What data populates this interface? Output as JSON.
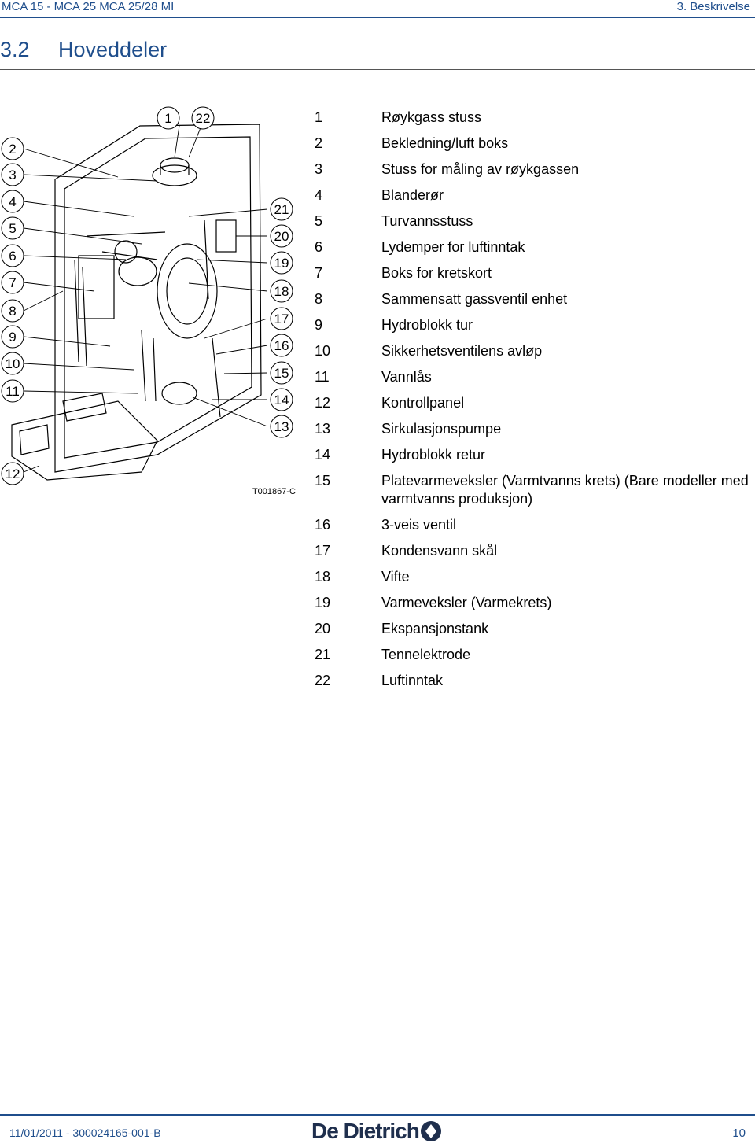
{
  "header": {
    "left": "MCA 15 - MCA 25 MCA 25/28 MI",
    "right": "3.  Beskrivelse"
  },
  "section": {
    "number": "3.2",
    "title": "Hoveddeler"
  },
  "figure": {
    "code": "T001867-C",
    "callouts": [
      "1",
      "2",
      "3",
      "4",
      "5",
      "6",
      "7",
      "8",
      "9",
      "10",
      "11",
      "12",
      "13",
      "14",
      "15",
      "16",
      "17",
      "18",
      "19",
      "20",
      "21",
      "22"
    ]
  },
  "legend": [
    {
      "num": "1",
      "text": "Røykgass stuss"
    },
    {
      "num": "2",
      "text": "Bekledning/luft boks"
    },
    {
      "num": "3",
      "text": "Stuss for måling av røykgassen"
    },
    {
      "num": "4",
      "text": "Blanderør"
    },
    {
      "num": "5",
      "text": "Turvannsstuss"
    },
    {
      "num": "6",
      "text": "Lydemper for luftinntak"
    },
    {
      "num": "7",
      "text": "Boks for kretskort"
    },
    {
      "num": "8",
      "text": "Sammensatt gassventil enhet"
    },
    {
      "num": "9",
      "text": "Hydroblokk tur"
    },
    {
      "num": "10",
      "text": "Sikkerhetsventilens avløp"
    },
    {
      "num": "11",
      "text": "Vannlås"
    },
    {
      "num": "12",
      "text": "Kontrollpanel"
    },
    {
      "num": "13",
      "text": "Sirkulasjonspumpe"
    },
    {
      "num": "14",
      "text": "Hydroblokk retur"
    },
    {
      "num": "15",
      "text": "Platevarmeveksler (Varmtvanns krets) (Bare modeller med varmtvanns produksjon)"
    },
    {
      "num": "16",
      "text": "3-veis ventil"
    },
    {
      "num": "17",
      "text": "Kondensvann skål"
    },
    {
      "num": "18",
      "text": "Vifte"
    },
    {
      "num": "19",
      "text": "Varmeveksler (Varmekrets)"
    },
    {
      "num": "20",
      "text": "Ekspansjonstank"
    },
    {
      "num": "21",
      "text": "Tennelektrode"
    },
    {
      "num": "22",
      "text": "Luftinntak"
    }
  ],
  "footer": {
    "left": "11/01/2011  - 300024165-001-B",
    "brand": "De Dietrich",
    "page": "10"
  },
  "colors": {
    "accent": "#1f4e8c",
    "brand": "#1f2f4d"
  }
}
